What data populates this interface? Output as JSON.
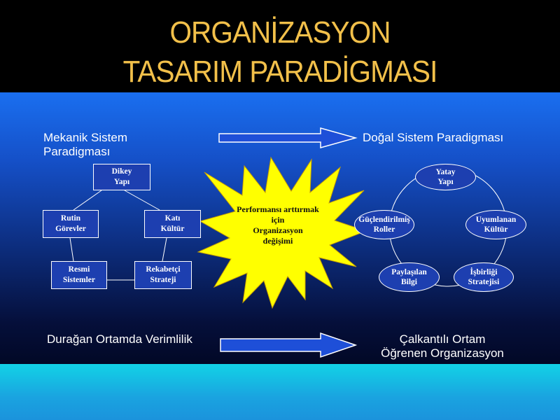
{
  "slide": {
    "title_line1": "ORGANİZASYON",
    "title_line2": "TASARIM PARADİGMASI"
  },
  "left": {
    "heading": "Mekanik Sistem\nParadigması",
    "nodes": {
      "top": "Dikey\nYapı",
      "left": "Rutin\nGörevler",
      "right": "Katı\nKültür",
      "bottom_left": "Resmi\nSistemler",
      "bottom_right": "Rekabetçi\nStrateji"
    },
    "footer": "Durağan Ortamda Verimlilik"
  },
  "right": {
    "heading": "Doğal Sistem Paradigması",
    "nodes": {
      "top": "Yatay\nYapı",
      "left": "Güçlendirilmiş\nRoller",
      "right": "Uyumlanan\nKültür",
      "bottom_left": "Paylaşılan\nBilgi",
      "bottom_right": "İşbirliği\nStratejisi"
    },
    "footer": "Çalkantılı Ortam\nÖğrenen Organizasyon"
  },
  "center": {
    "text": "Performansı arttırmak\niçin\nOrganizasyon\ndeğişimi"
  },
  "colors": {
    "title": "#f2c04a",
    "star": "#ffff00",
    "node_fill": "#1d3fb0",
    "arrow_fill": "#1e4fd8"
  }
}
